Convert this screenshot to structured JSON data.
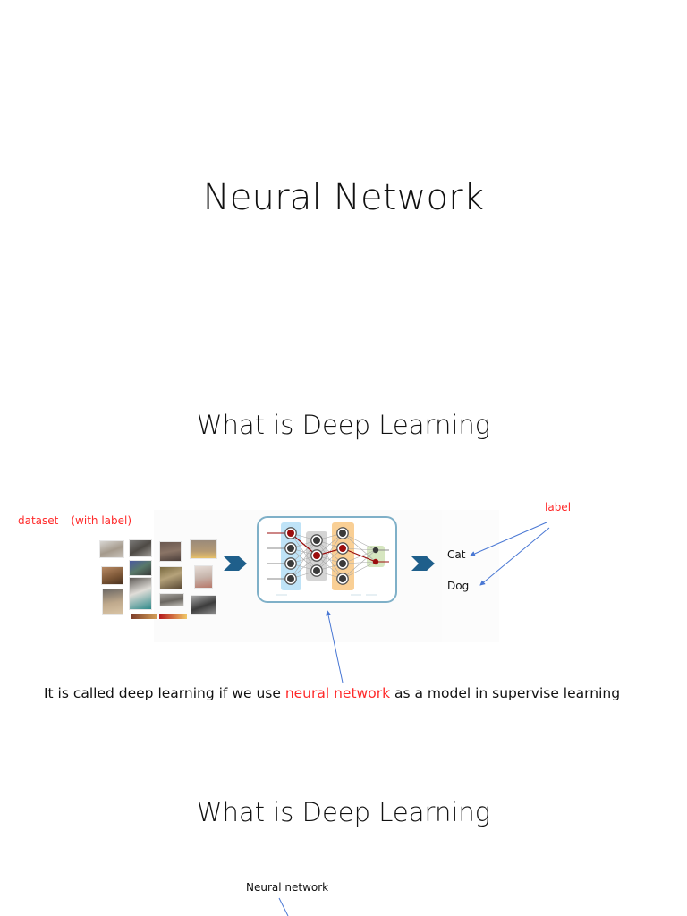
{
  "slides": [
    {
      "title": "Neural Network"
    },
    {
      "title": "What is Deep Learning",
      "dataset_label": {
        "word": "dataset",
        "note": "(with label)"
      },
      "label_annotation": "label",
      "outputs": [
        "Cat",
        "Dog"
      ],
      "sentence": {
        "before": "It is called deep learning if we use ",
        "highlight": "neural network",
        "after": " as a model in supervise learning"
      },
      "diagram": {
        "input_images": "cat-photo-grid",
        "model": "neural-network-diagram",
        "arrow_icons": [
          "chevron-right-icon",
          "chevron-right-icon"
        ]
      }
    },
    {
      "title": "What is Deep Learning",
      "annotation": "Neural network"
    }
  ],
  "colors": {
    "accent_red": "#ff2a2a",
    "arrow_blue": "#4a78d4",
    "chevron_blue": "#1f5f8b",
    "layer_input": "#bfe3f7",
    "layer_hidden1": "#d0d0d0",
    "layer_hidden2": "#f9cf95",
    "layer_output": "#d6e6c0",
    "node_dark": "#3a3a3a",
    "node_active": "#9b0d0d"
  }
}
